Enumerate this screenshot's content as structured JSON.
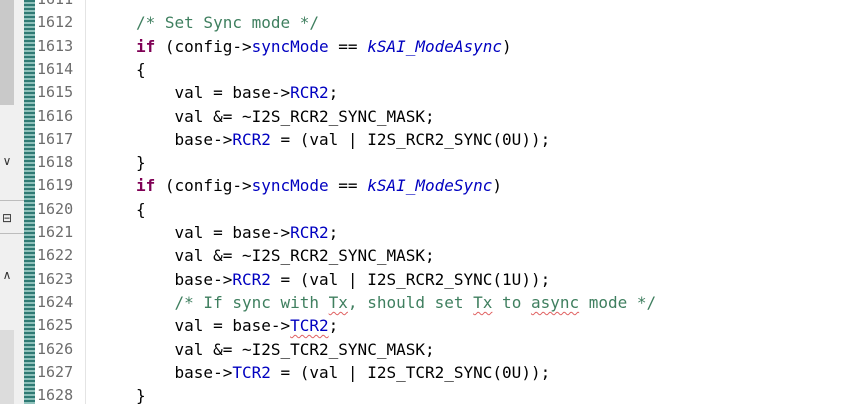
{
  "editor": {
    "lines": [
      {
        "number": "1611",
        "indent": "",
        "tokens": []
      },
      {
        "number": "1612",
        "indent": "",
        "tokens": [
          {
            "t": "/* Set Sync mode */",
            "c": "comment"
          }
        ]
      },
      {
        "number": "1613",
        "indent": "",
        "tokens": [
          {
            "t": "if",
            "c": "keyword"
          },
          {
            "t": " (config->",
            "c": "plain"
          },
          {
            "t": "syncMode",
            "c": "field"
          },
          {
            "t": " == ",
            "c": "plain"
          },
          {
            "t": "kSAI_ModeAsync",
            "c": "enum"
          },
          {
            "t": ")",
            "c": "plain"
          }
        ]
      },
      {
        "number": "1614",
        "indent": "",
        "tokens": [
          {
            "t": "{",
            "c": "plain"
          }
        ]
      },
      {
        "number": "1615",
        "indent": "    ",
        "tokens": [
          {
            "t": "val = base->",
            "c": "plain"
          },
          {
            "t": "RCR2",
            "c": "field"
          },
          {
            "t": ";",
            "c": "plain"
          }
        ]
      },
      {
        "number": "1616",
        "indent": "    ",
        "tokens": [
          {
            "t": "val &= ~I2S_RCR2_SYNC_MASK;",
            "c": "plain"
          }
        ]
      },
      {
        "number": "1617",
        "indent": "    ",
        "tokens": [
          {
            "t": "base->",
            "c": "plain"
          },
          {
            "t": "RCR2",
            "c": "field"
          },
          {
            "t": " = (val | I2S_RCR2_SYNC(0U));",
            "c": "plain"
          }
        ]
      },
      {
        "number": "1618",
        "indent": "",
        "tokens": [
          {
            "t": "}",
            "c": "plain"
          }
        ]
      },
      {
        "number": "1619",
        "indent": "",
        "tokens": [
          {
            "t": "if",
            "c": "keyword"
          },
          {
            "t": " (config->",
            "c": "plain"
          },
          {
            "t": "syncMode",
            "c": "field"
          },
          {
            "t": " == ",
            "c": "plain"
          },
          {
            "t": "kSAI_ModeSync",
            "c": "enum"
          },
          {
            "t": ")",
            "c": "plain"
          }
        ]
      },
      {
        "number": "1620",
        "indent": "",
        "tokens": [
          {
            "t": "{",
            "c": "plain"
          }
        ]
      },
      {
        "number": "1621",
        "indent": "    ",
        "tokens": [
          {
            "t": "val = base->",
            "c": "plain"
          },
          {
            "t": "RCR2",
            "c": "field"
          },
          {
            "t": ";",
            "c": "plain"
          }
        ]
      },
      {
        "number": "1622",
        "indent": "    ",
        "tokens": [
          {
            "t": "val &= ~I2S_RCR2_SYNC_MASK;",
            "c": "plain"
          }
        ]
      },
      {
        "number": "1623",
        "indent": "    ",
        "tokens": [
          {
            "t": "base->",
            "c": "plain"
          },
          {
            "t": "RCR2",
            "c": "field"
          },
          {
            "t": " = (val | I2S_RCR2_SYNC(1U));",
            "c": "plain"
          }
        ]
      },
      {
        "number": "1624",
        "indent": "    ",
        "tokens": [
          {
            "t": "/* If sync with ",
            "c": "comment"
          },
          {
            "t": "Tx",
            "c": "comment squiggle"
          },
          {
            "t": ", should set ",
            "c": "comment"
          },
          {
            "t": "Tx",
            "c": "comment squiggle"
          },
          {
            "t": " to ",
            "c": "comment"
          },
          {
            "t": "async",
            "c": "comment squiggle"
          },
          {
            "t": " mode */",
            "c": "comment"
          }
        ]
      },
      {
        "number": "1625",
        "indent": "    ",
        "tokens": [
          {
            "t": "val = base->",
            "c": "plain"
          },
          {
            "t": "TCR2",
            "c": "field squiggle"
          },
          {
            "t": ";",
            "c": "plain"
          }
        ]
      },
      {
        "number": "1626",
        "indent": "    ",
        "tokens": [
          {
            "t": "val &= ~I2S_TCR2_SYNC_MASK;",
            "c": "plain"
          }
        ]
      },
      {
        "number": "1627",
        "indent": "    ",
        "tokens": [
          {
            "t": "base->",
            "c": "plain"
          },
          {
            "t": "TCR2",
            "c": "field"
          },
          {
            "t": " = (val | I2S_TCR2_SYNC(0U));",
            "c": "plain"
          }
        ]
      },
      {
        "number": "1628",
        "indent": "",
        "tokens": [
          {
            "t": "}",
            "c": "plain"
          }
        ]
      }
    ]
  },
  "left_panel": {
    "icons": [
      "chevron-down-icon",
      "collapse-icon",
      "chevron-up-icon"
    ],
    "glyphs": [
      "∨",
      "⊟",
      "∧"
    ]
  },
  "colors": {
    "comment": "#3f7f5f",
    "keyword": "#7f0055",
    "field": "#0000c0",
    "line_number": "#6c6c6c"
  }
}
